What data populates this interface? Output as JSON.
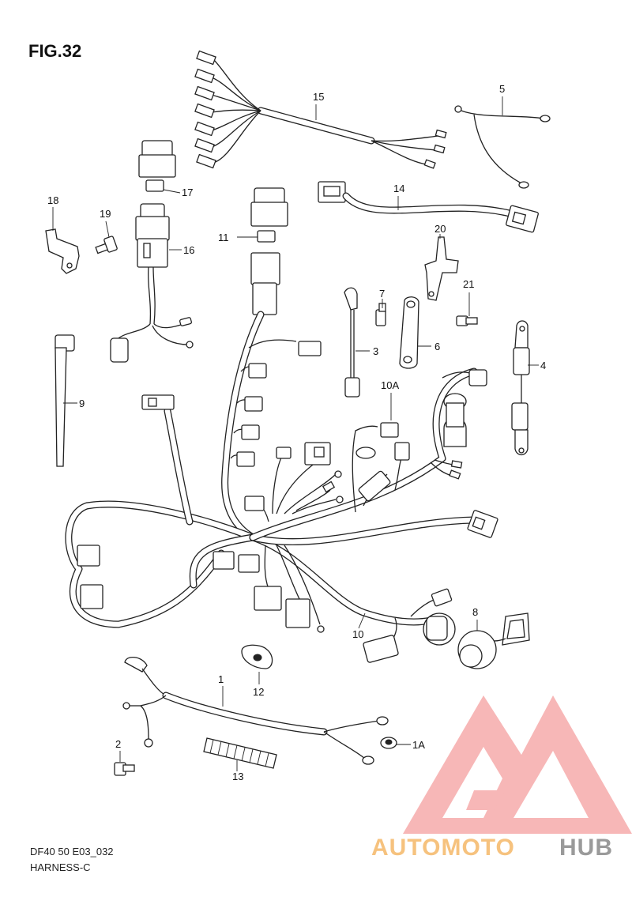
{
  "figure": {
    "title": "FIG.32",
    "code": "DF40 50 E03_032",
    "name": "HARNESS-C"
  },
  "watermark": {
    "brand_part1": "AUTOMOTO",
    "brand_part2": "HUB",
    "colors": {
      "triangle": "#f4a6a6",
      "auto": "#f6c27e",
      "moto": "#ef9a9a",
      "hub": "#9a9a9a"
    }
  },
  "callouts": {
    "c1": "1",
    "c1A": "1A",
    "c2": "2",
    "c3": "3",
    "c4": "4",
    "c5": "5",
    "c6": "6",
    "c7": "7",
    "c8": "8",
    "c9": "9",
    "c10": "10",
    "c10A": "10A",
    "c11": "11",
    "c12": "12",
    "c13": "13",
    "c14": "14",
    "c15": "15",
    "c16": "16",
    "c17": "17",
    "c18": "18",
    "c19": "19",
    "c20": "20",
    "c21": "21"
  }
}
